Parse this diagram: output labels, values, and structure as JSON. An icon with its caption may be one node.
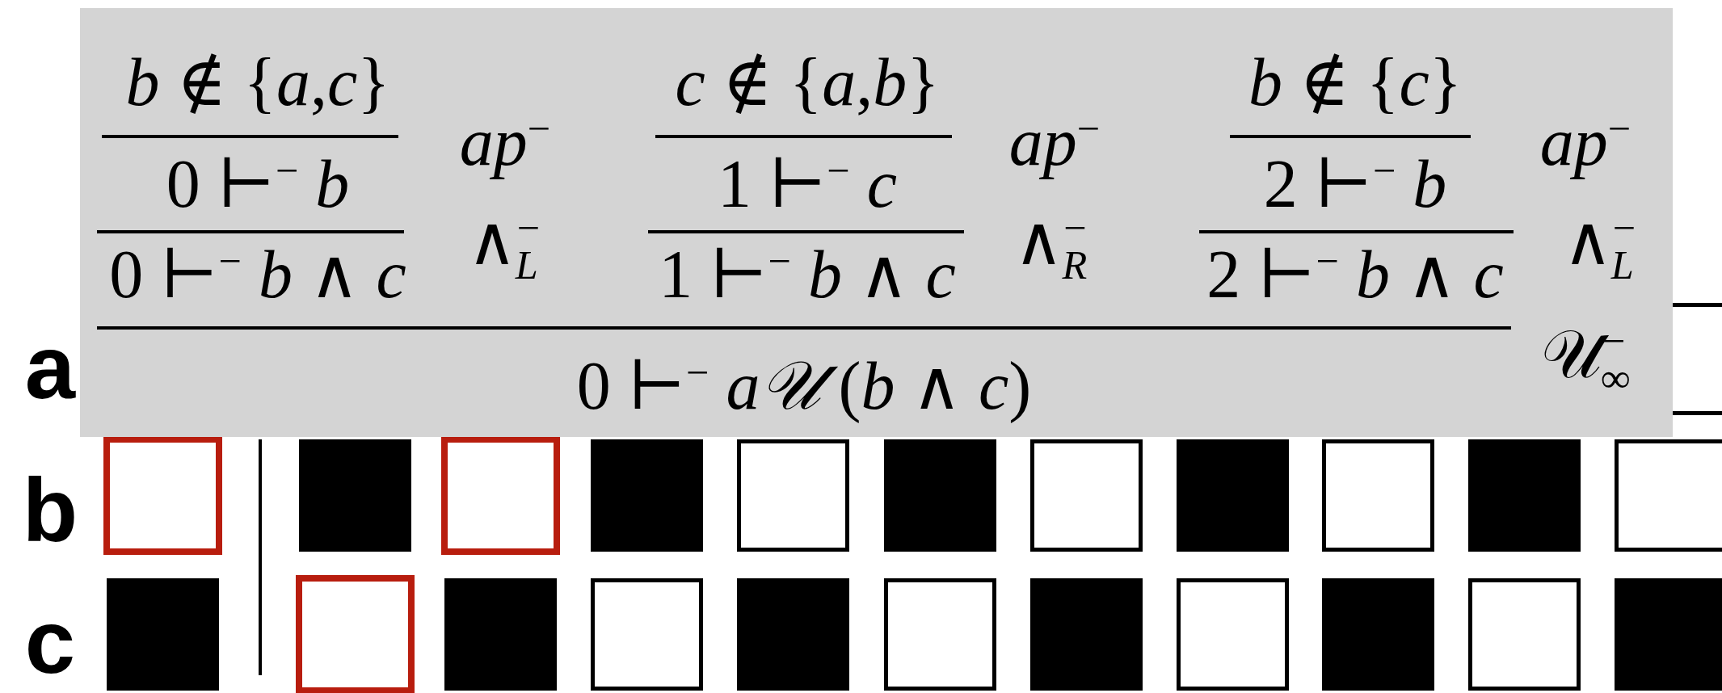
{
  "diagram": {
    "labels": [
      "*b* ∉ {*a*,*c*}",
      "*ap*$^{−}$",
      "*c* ∉ {*a*,*b*}",
      "*ap*$^{−}$",
      "*b* ∉ {*c*}",
      "*ap*$^{−}$",
      "0 ⊢$^{−}$ *b*",
      "1 ⊢$^{−}$ *c*",
      "2 ⊢$^{−}$ *b*",
      "0 ⊢$^{−}$ *b* ∧ *c*",
      "∧$^{−}$$_{L}$",
      "1 ⊢$^{−}$ *b* ∧ *c*",
      "∧$^{−}$$_{R}$",
      "2 ⊢$^{−}$ *b* ∧ *c*",
      "∧$^{−}$$_{L}$",
      "a",
      "0 ⊢$^{−}$ *a𝒰* (*b* ∧ *c*)",
      "𝒰$^{−}$$_{∞}$",
      "b",
      "c"
    ]
  }
}
